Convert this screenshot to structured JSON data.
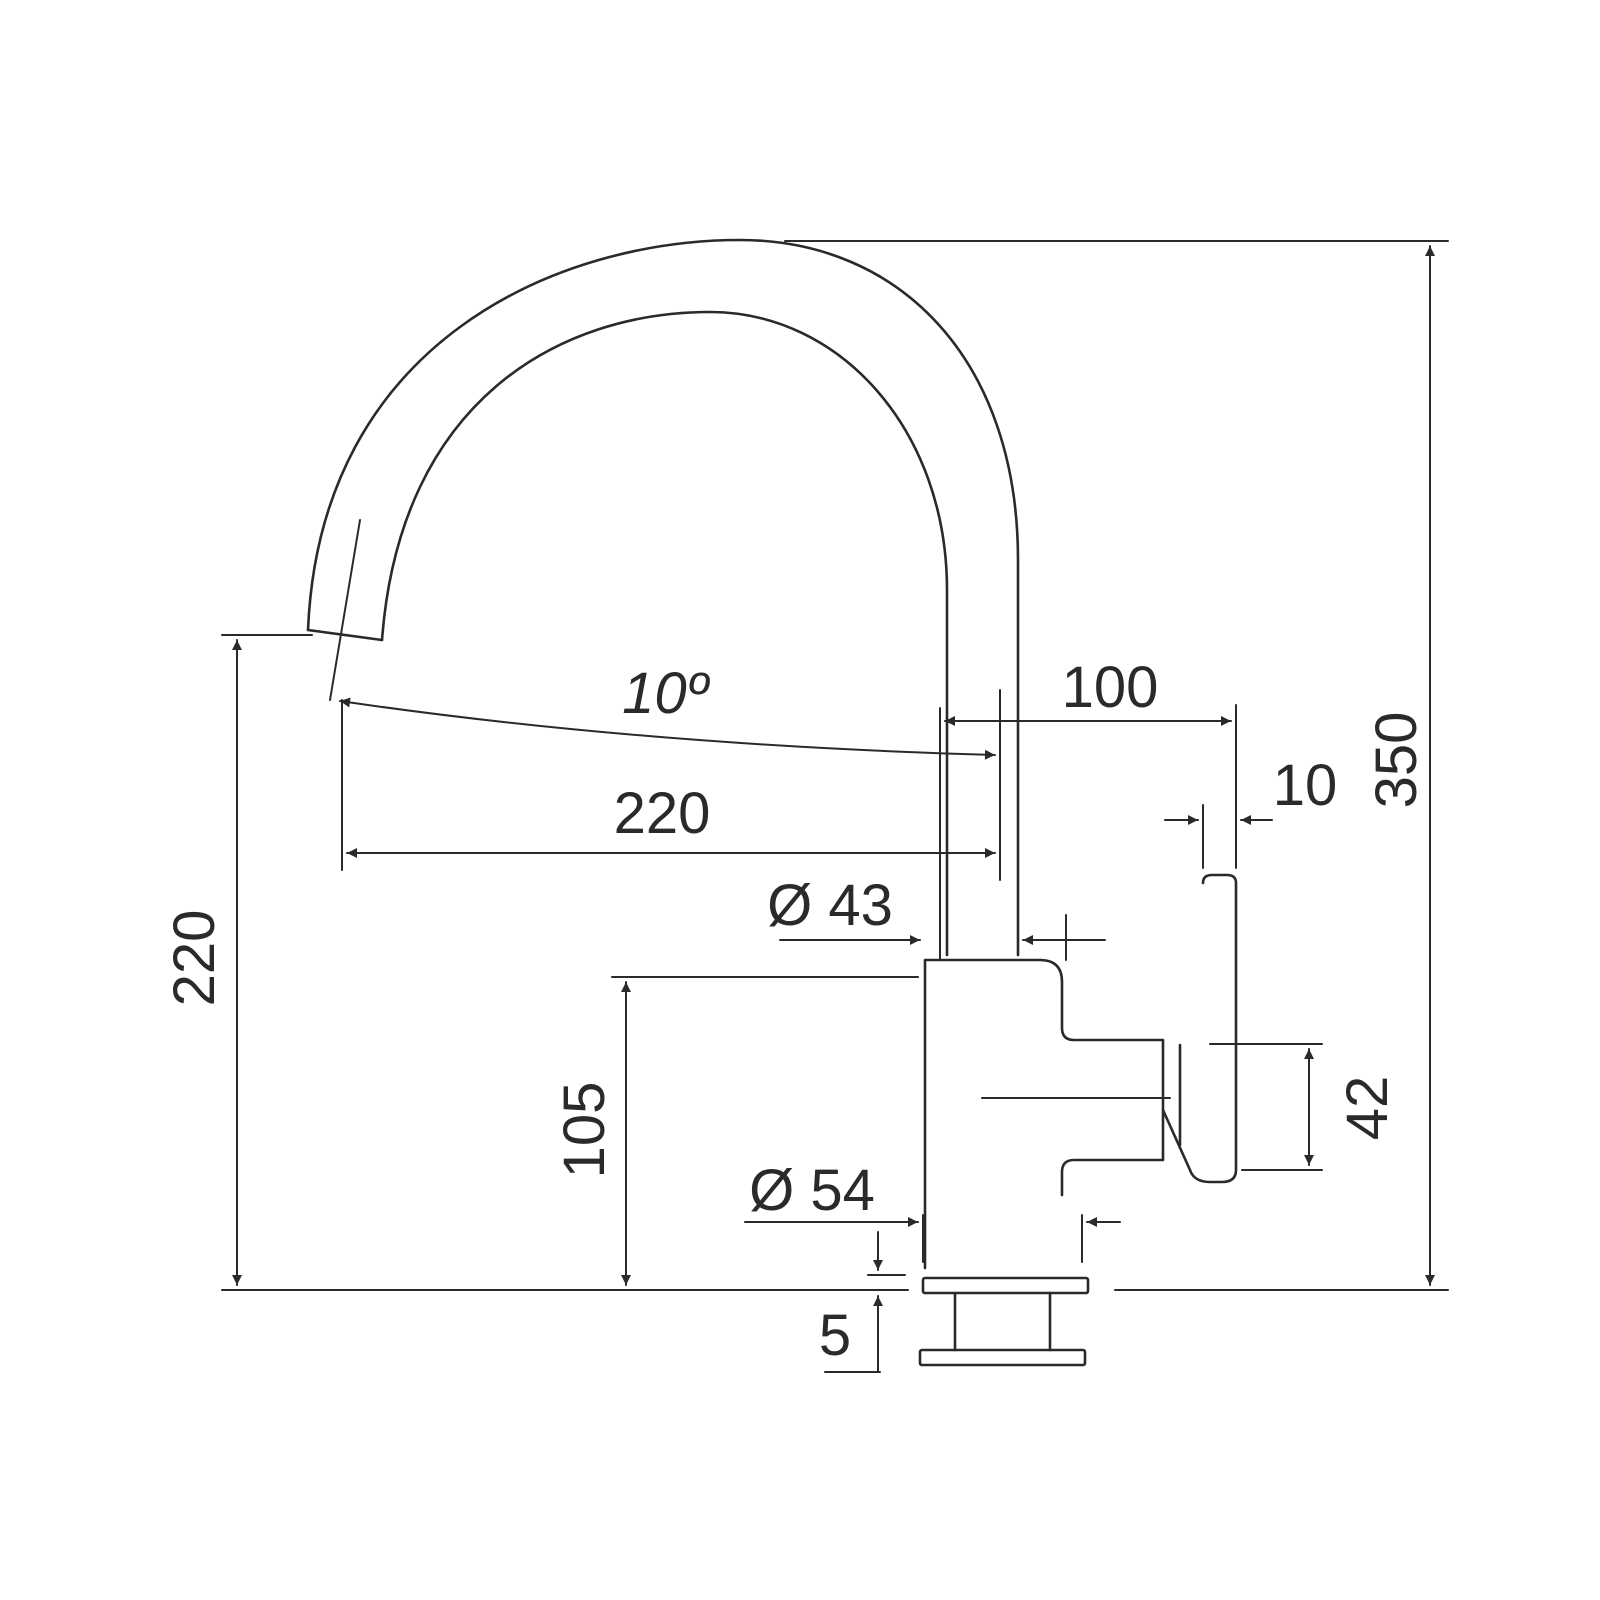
{
  "dimensions": {
    "total_height": "350",
    "spout_height": "220",
    "body_height": "105",
    "base_thickness": "5",
    "spout_reach": "220",
    "lever_offset": "100",
    "lever_thickness": "10",
    "lever_height": "42",
    "pipe_diameter": "Ø 43",
    "base_diameter": "Ø 54",
    "swivel_angle": "10º"
  },
  "colors": {
    "line": "#2a2a2a",
    "background": "#ffffff"
  }
}
